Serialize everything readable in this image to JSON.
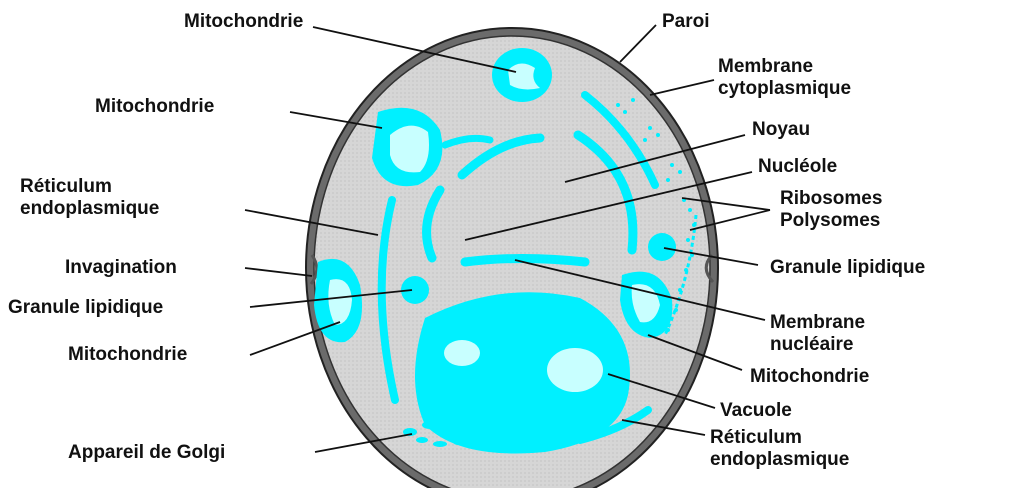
{
  "colors": {
    "organelle": "#00f0ff",
    "organelle_light": "#c8ffff",
    "cytoplasm": "#d4d4d4",
    "wall": "#6b6b6b",
    "outline": "#222222",
    "text": "#111111"
  },
  "labels": {
    "mito_top": "Mitochondrie",
    "paroi": "Paroi",
    "membrane_cyto_1": "Membrane",
    "membrane_cyto_2": "cytoplasmique",
    "mito_upper_left": "Mitochondrie",
    "noyau": "Noyau",
    "nucleole": "Nucléole",
    "reticulum_left_1": "Réticulum",
    "reticulum_left_2": "endoplasmique",
    "ribosomes": "Ribosomes",
    "polysomes": "Polysomes",
    "invagination": "Invagination",
    "granule_right": "Granule lipidique",
    "granule_left": "Granule lipidique",
    "membrane_nuc_1": "Membrane",
    "membrane_nuc_2": "nucléaire",
    "mito_lower_left": "Mitochondrie",
    "mito_lower_right": "Mitochondrie",
    "vacuole": "Vacuole",
    "golgi": "Appareil de Golgi",
    "reticulum_right_1": "Réticulum",
    "reticulum_right_2": "endoplasmique"
  }
}
